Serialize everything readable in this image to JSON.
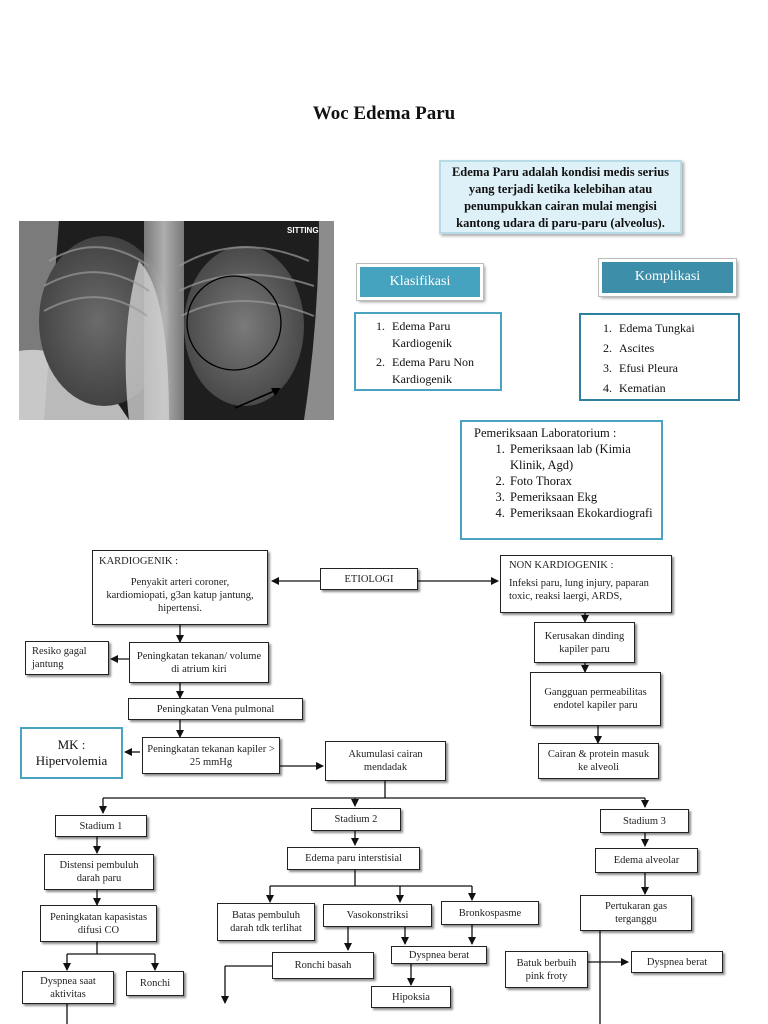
{
  "title": "Woc Edema Paru",
  "definition": "Edema Paru adalah kondisi medis serius yang terjadi ketika kelebihan atau penumpukkan cairan mulai mengisi kantong udara di paru-paru (alveolus).",
  "xray": {
    "label": "SITTING"
  },
  "klasifikasi": {
    "heading": "Klasifikasi",
    "items": [
      "Edema Paru Kardiogenik",
      "Edema Paru Non Kardiogenik"
    ]
  },
  "komplikasi": {
    "heading": "Komplikasi",
    "items": [
      "Edema Tungkai",
      "Ascites",
      "Efusi Pleura",
      "Kematian"
    ]
  },
  "lab": {
    "heading": "Pemeriksaan Laboratorium :",
    "items": [
      "Pemeriksaan lab (Kimia Klinik, Agd)",
      "Foto Thorax",
      "Pemeriksaan Ekg",
      "Pemeriksaan Ekokardiografi"
    ]
  },
  "flow": {
    "kardiogenik_title": "KARDIOGENIK :",
    "kardiogenik_text": "Penyakit arteri coroner, kardiomiopati, g3an katup jantung, hipertensi.",
    "etiologi": "ETIOLOGI",
    "non_kardiogenik_title": "NON KARDIOGENIK :",
    "non_kardiogenik_text": "Infeksi paru, lung injury, paparan toxic, reaksi laergi, ARDS,",
    "resiko": "Resiko gagal jantung",
    "peningkatan_tekanan_volume": "Peningkatan tekanan/ volume di atrium kiri",
    "kerusakan": "Kerusakan dinding kapiler paru",
    "gangguan": "Gangguan permeabilitas endotel kapiler paru",
    "vena": "Peningkatan Vena pulmonal",
    "mk": "MK : Hipervolemia",
    "kapiler": "Peningkatan tekanan kapiler > 25 mmHg",
    "akumulasi": "Akumulasi cairan mendadak",
    "cairan_protein": "Cairan & protein masuk ke alveoli",
    "stadium1": "Stadium 1",
    "stadium2": "Stadium 2",
    "stadium3": "Stadium 3",
    "distensi": "Distensi pembuluh darah paru",
    "edema_interstisial": "Edema paru interstisial",
    "edema_alveolar": "Edema alveolar",
    "kapasitas": "Peningkatan kapasistas difusi CO",
    "batas": "Batas pembuluh darah tdk terlihat",
    "vasokonstriksi": "Vasokonstriksi",
    "bronkospasme": "Bronkospasme",
    "pertukaran": "Pertukaran gas terganggu",
    "dyspnea_saat": "Dyspnea saat aktivitas",
    "ronchi": "Ronchi",
    "ronchi_basah": "Ronchi basah",
    "dyspnea_berat_1": "Dyspnea berat",
    "batuk": "Batuk berbuih pink froty",
    "dyspnea_berat_2": "Dyspnea berat",
    "hipoksia": "Hipoksia"
  }
}
